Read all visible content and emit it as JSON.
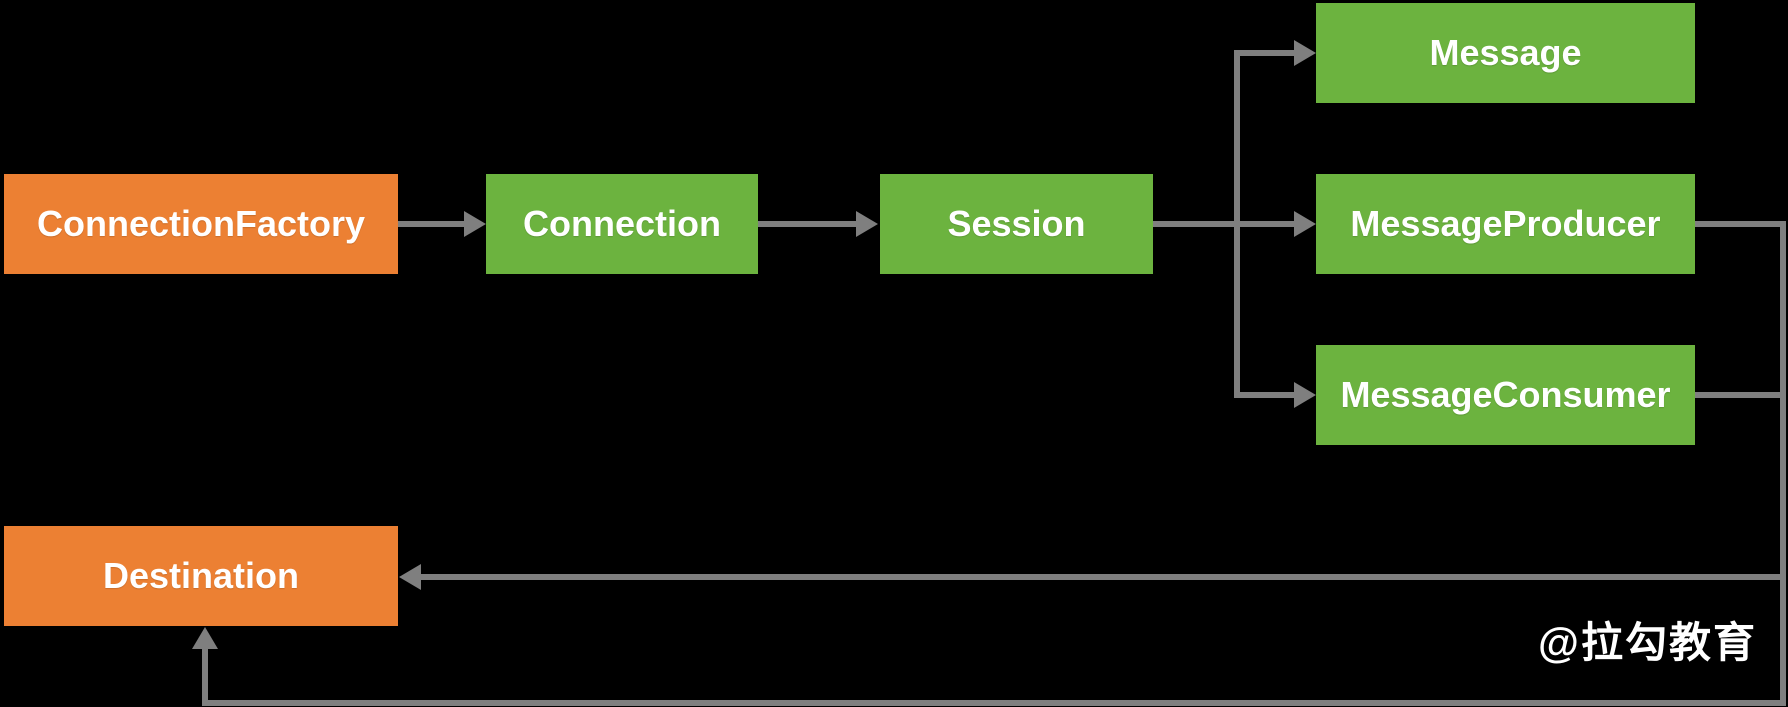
{
  "diagram": {
    "nodes": {
      "connectionFactory": {
        "label": "ConnectionFactory",
        "color": "#EC8033"
      },
      "connection": {
        "label": "Connection",
        "color": "#6CB33F"
      },
      "session": {
        "label": "Session",
        "color": "#6CB33F"
      },
      "message": {
        "label": "Message",
        "color": "#6CB33F"
      },
      "messageProducer": {
        "label": "MessageProducer",
        "color": "#6CB33F"
      },
      "messageConsumer": {
        "label": "MessageConsumer",
        "color": "#6CB33F"
      },
      "destination": {
        "label": "Destination",
        "color": "#EC8033"
      }
    },
    "edges": [
      {
        "from": "ConnectionFactory",
        "to": "Connection"
      },
      {
        "from": "Connection",
        "to": "Session"
      },
      {
        "from": "Session",
        "to": "Message"
      },
      {
        "from": "Session",
        "to": "MessageProducer"
      },
      {
        "from": "Session",
        "to": "MessageConsumer"
      },
      {
        "from": "MessageProducer",
        "to": "Destination"
      },
      {
        "from": "MessageConsumer",
        "to": "Destination"
      }
    ],
    "colors": {
      "background": "#000000",
      "connector": "#7F7F7F",
      "label_text": "#FFFFFF",
      "node_orange": "#EC8033",
      "node_green": "#6CB33F"
    },
    "watermark": {
      "text": "@拉勾教育"
    }
  }
}
